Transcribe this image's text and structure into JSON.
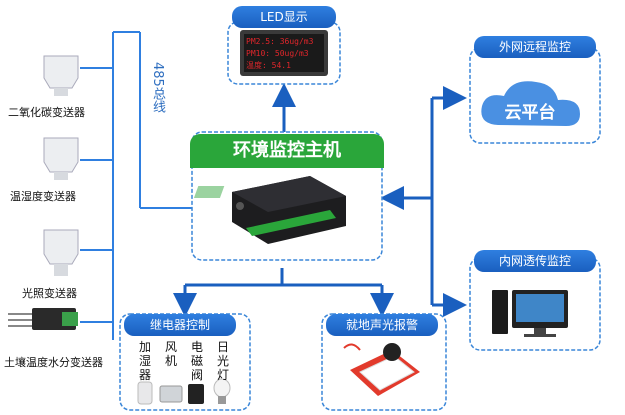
{
  "led": {
    "title": "LED显示",
    "line1": "PM2.5: 36ug/m3",
    "line2": "PM10: 50ug/m3",
    "line3": "温度: 54.1",
    "color": "#e0262b"
  },
  "main": {
    "title": "环境监控主机",
    "color": "#2aa63a"
  },
  "bus_label": "485总线",
  "sensors": [
    {
      "label": "二氧化碳变送器"
    },
    {
      "label": "温湿度变送器"
    },
    {
      "label": "光照变送器"
    },
    {
      "label": "土壤温度水分变送器"
    }
  ],
  "cloud": {
    "title": "外网远程监控",
    "text": "云平台"
  },
  "intranet": {
    "title": "内网透传监控"
  },
  "relay": {
    "title": "继电器控制",
    "devices": [
      {
        "label": "加湿器"
      },
      {
        "label": "风机"
      },
      {
        "label": "电磁阀"
      },
      {
        "label": "日光灯"
      }
    ]
  },
  "alarm": {
    "title": "就地声光报警"
  },
  "accent_color": "#1a5fbf"
}
